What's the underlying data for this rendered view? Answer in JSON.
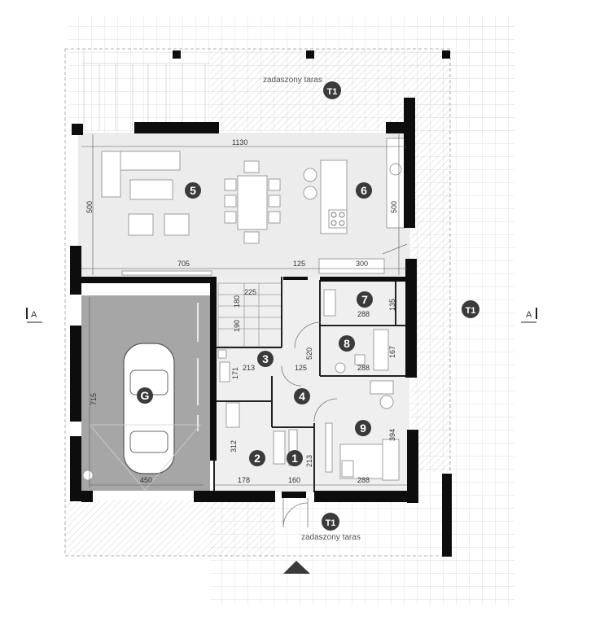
{
  "rooms": [
    {
      "id": "room-5",
      "number": "5"
    },
    {
      "id": "room-6",
      "number": "6"
    },
    {
      "id": "room-7",
      "number": "7"
    },
    {
      "id": "room-8",
      "number": "8"
    },
    {
      "id": "room-3",
      "number": "3"
    },
    {
      "id": "room-4",
      "number": "4"
    },
    {
      "id": "room-9",
      "number": "9"
    },
    {
      "id": "room-2",
      "number": "2"
    },
    {
      "id": "room-1",
      "number": "1"
    },
    {
      "id": "room-g",
      "number": "G"
    },
    {
      "id": "terrace-top",
      "number": "T1"
    },
    {
      "id": "terrace-right",
      "number": "T1"
    },
    {
      "id": "terrace-bottom",
      "number": "T1"
    }
  ],
  "terrace_labels": {
    "top": "zadaszony taras",
    "bottom": "zadaszony taras"
  },
  "section_markers": {
    "left": "A",
    "right": "A"
  },
  "dimensions": {
    "living_width": "1130",
    "living_height_left": "500",
    "living_height_right": "500",
    "living_lower_left": "705",
    "hall_top": "125",
    "kitchen_lower": "300",
    "stairs_225": "225",
    "stairs_180": "180",
    "stairs_190": "190",
    "room7_width": "288",
    "room7_height": "135",
    "room8_width": "288",
    "room8_height": "167",
    "room3_width": "213",
    "room3_height": "171",
    "hall_mid": "125",
    "corridor_520": "520",
    "garage_height": "715",
    "garage_width": "450",
    "room2_height": "312",
    "room2_width": "178",
    "room1_width": "160",
    "room1_height": "213",
    "room9_height": "394",
    "room9_width": "288"
  }
}
